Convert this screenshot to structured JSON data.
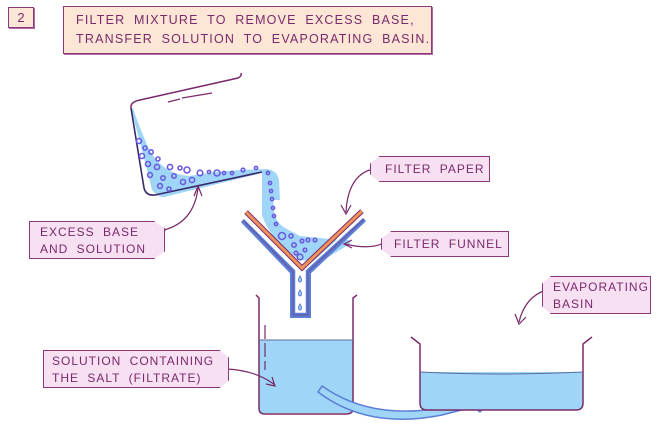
{
  "step": {
    "number": "2",
    "instruction_lines": [
      "FILTER MIXTURE TO REMOVE EXCESS BASE,",
      "TRANSFER SOLUTION TO EVAPORATING BASIN."
    ]
  },
  "labels": {
    "excess_base": [
      "EXCESS BASE",
      "AND SOLUTION"
    ],
    "filter_paper": "FILTER PAPER",
    "filter_funnel": "FILTER FUNNEL",
    "filtrate": [
      "SOLUTION CONTAINING",
      "THE SALT (FILTRATE)"
    ],
    "evaporating_basin": [
      "EVAPORATING",
      "BASIN"
    ]
  },
  "colors": {
    "outline": "#7a2a6a",
    "label_fill": "#f6e0f2",
    "header_fill": "#fde6d6",
    "solution": "#9fd6f7",
    "bubble": "#6b5ce0",
    "filter_paper": "#f0935a",
    "funnel": "#5b7fd6"
  }
}
